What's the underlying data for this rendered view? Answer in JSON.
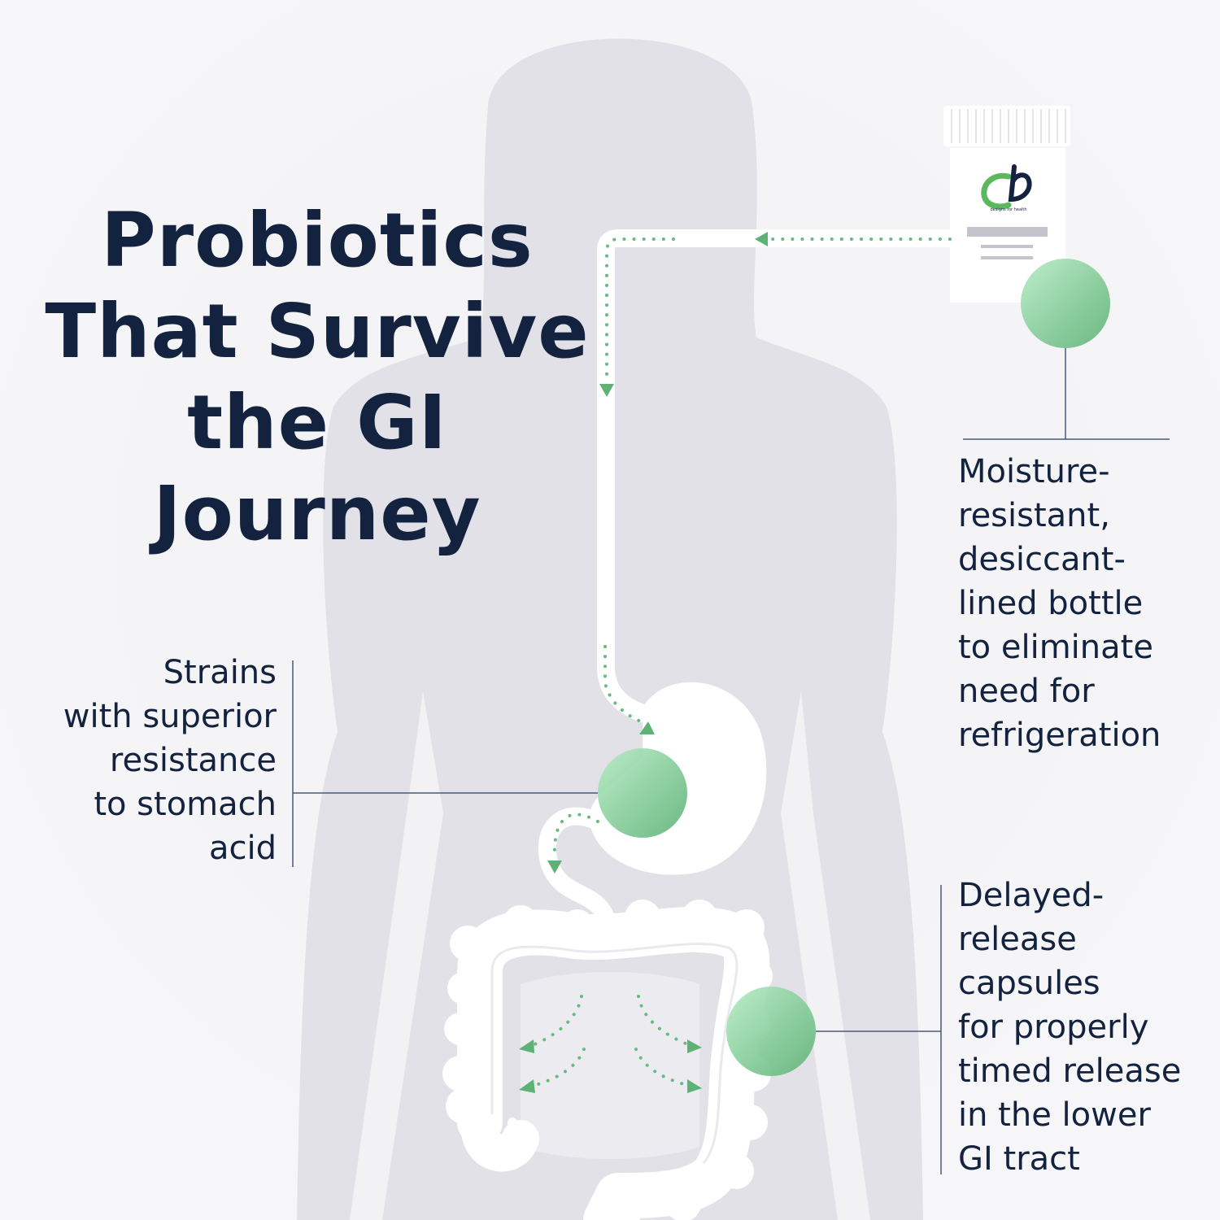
{
  "title": {
    "lines": [
      "Probiotics",
      "That Survive",
      "the GI",
      "Journey"
    ]
  },
  "callouts": {
    "bottle": [
      "Moisture-",
      "resistant,",
      "desiccant-",
      "lined bottle",
      "to eliminate",
      "need for",
      "refrigeration"
    ],
    "stomach": [
      "Strains",
      "with superior",
      "resistance",
      "to stomach",
      "acid"
    ],
    "intestine": [
      "Delayed-",
      "release",
      "capsules",
      "for properly",
      "timed release",
      "in the lower",
      "GI tract"
    ]
  },
  "logo": {
    "text": "designs for health"
  },
  "colors": {
    "navy": "#13233f",
    "green": "#6fbf85",
    "green_light": "#a6e3b8",
    "silhouette": "#e1e0e7",
    "background": "#f3f3f6",
    "line": "#4a5a78"
  }
}
